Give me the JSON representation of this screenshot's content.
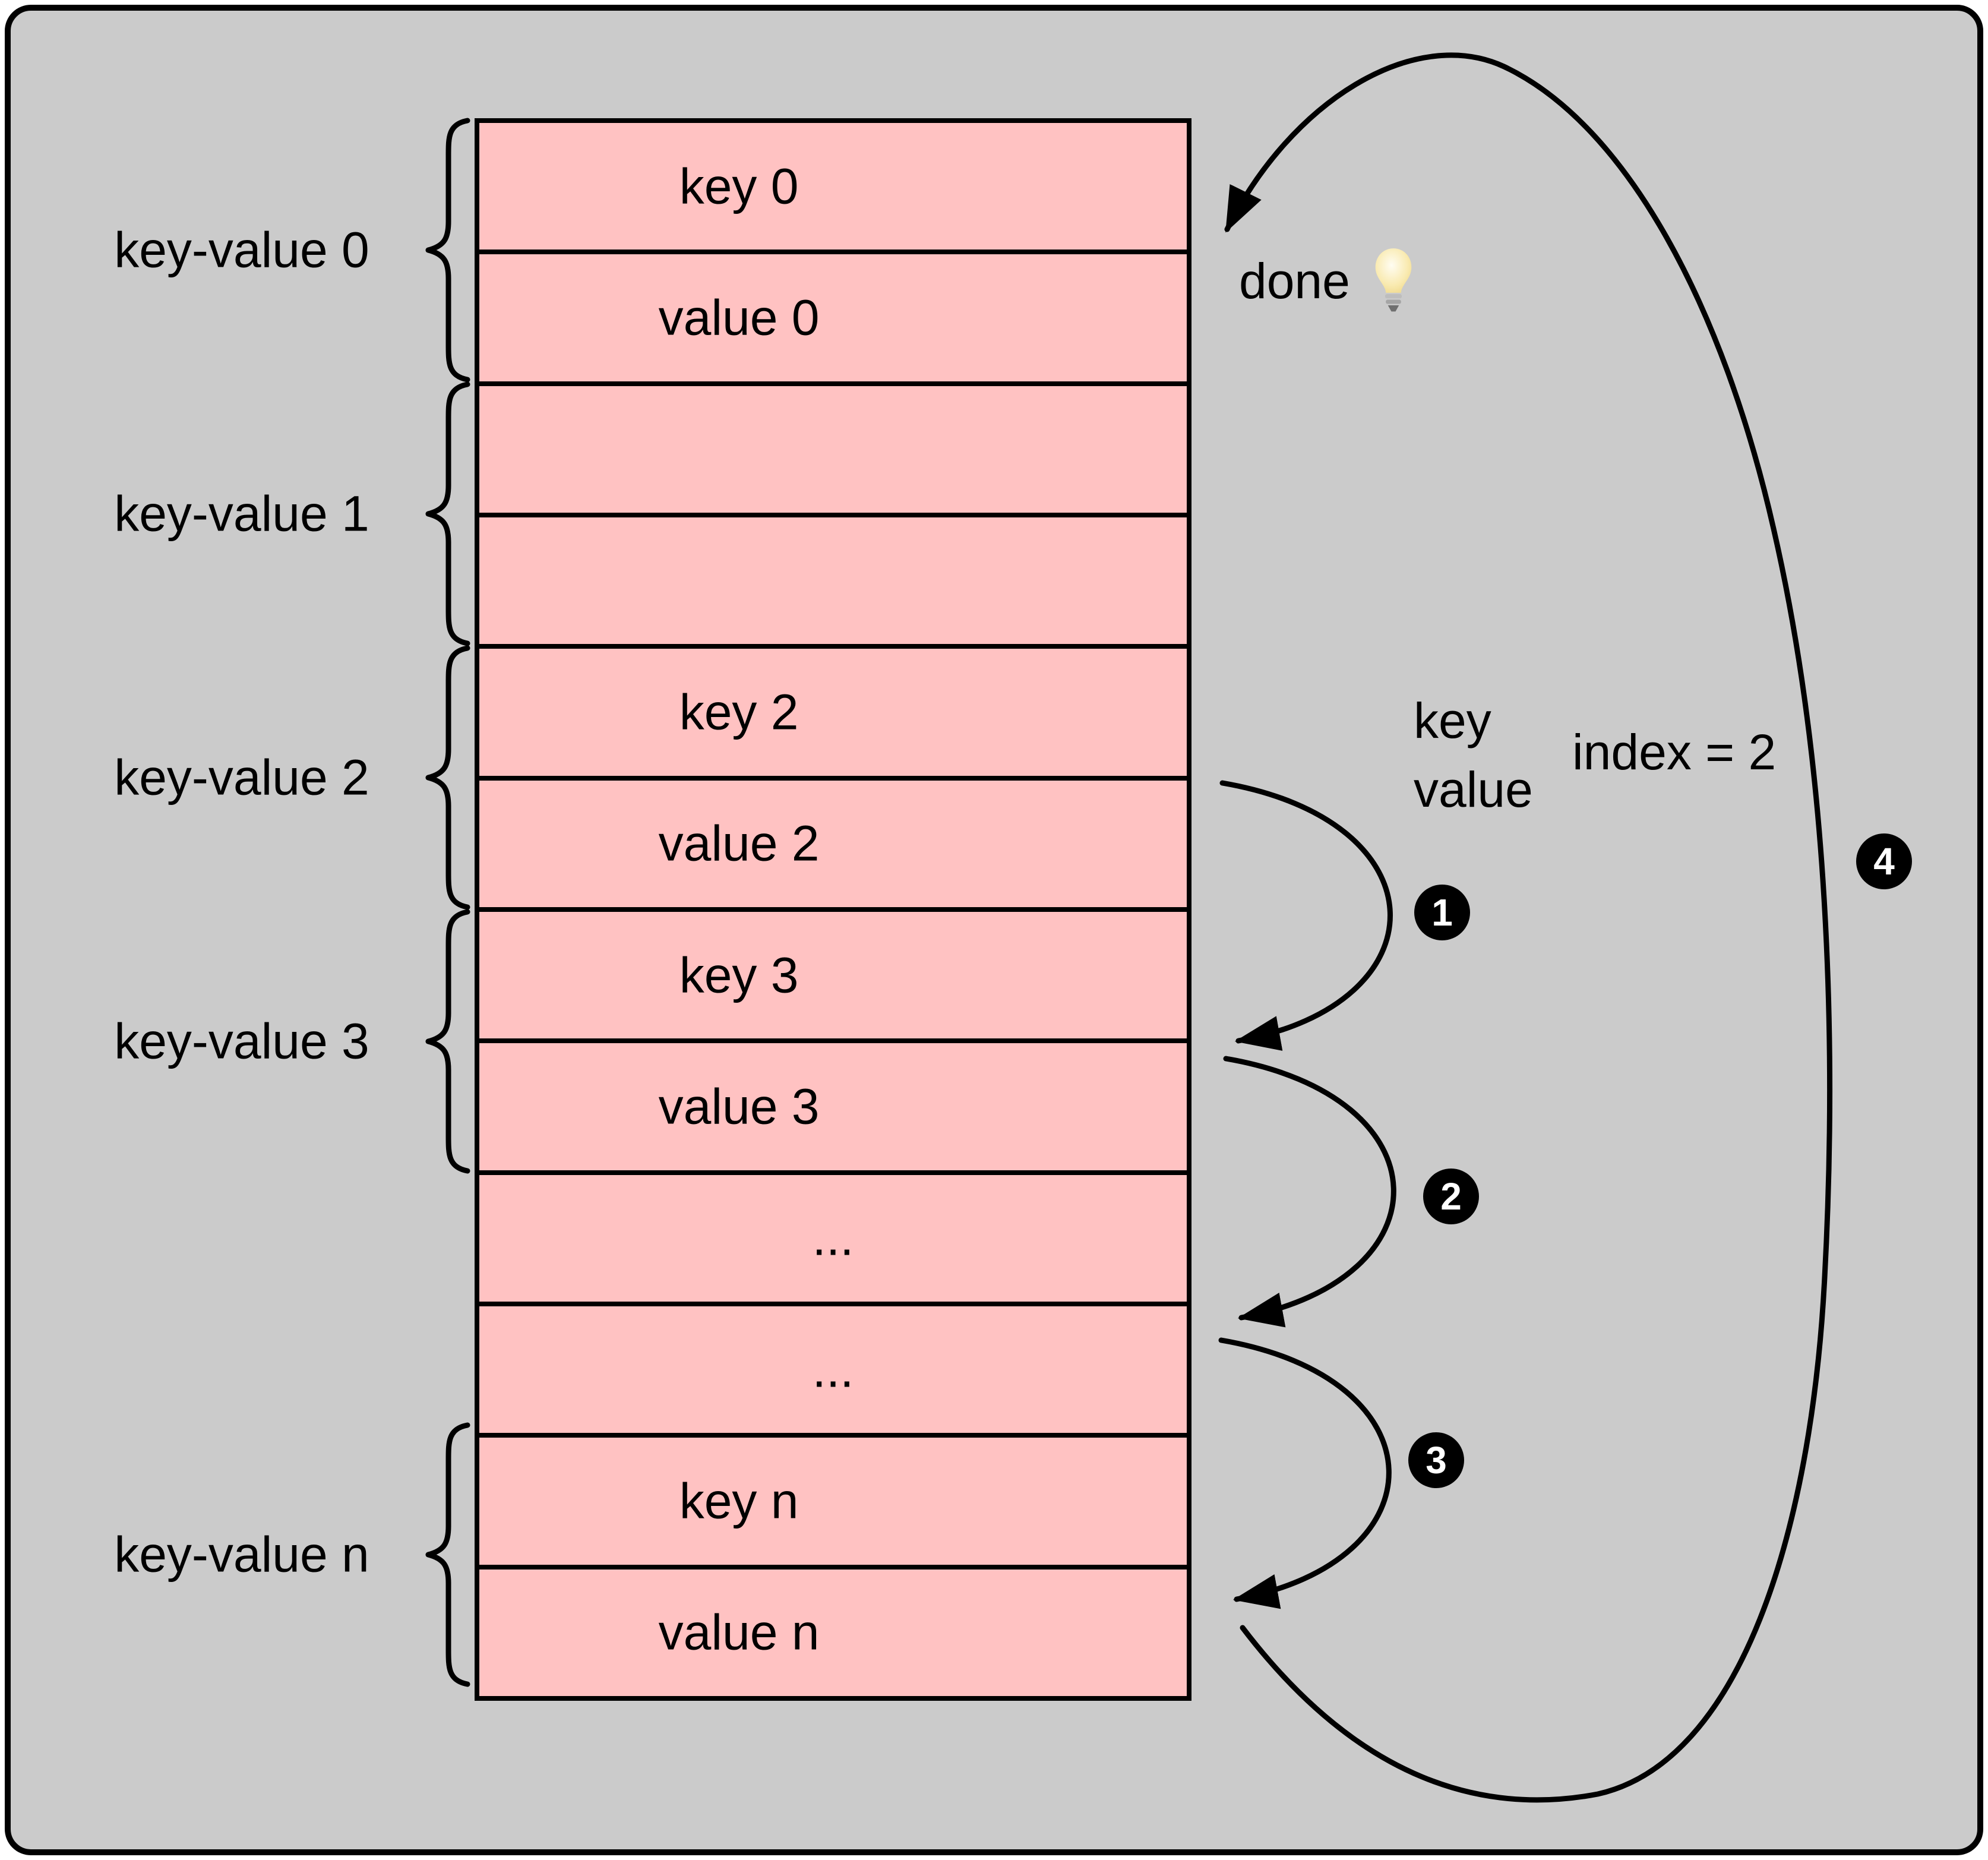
{
  "table": {
    "cells": [
      "key 0",
      "value 0",
      "",
      "",
      "key 2",
      "value 2",
      "key 3",
      "value 3",
      "...",
      "...",
      "key n",
      "value n"
    ]
  },
  "groups": [
    {
      "label": "key-value 0"
    },
    {
      "label": "key-value 1"
    },
    {
      "label": "key-value 2"
    },
    {
      "label": "key-value 3"
    },
    {
      "label": "key-value n"
    }
  ],
  "annotations": {
    "done_label": "done",
    "lightbulb_icon": "light-bulb",
    "probe_key_label": "key",
    "probe_value_label": "value",
    "index_label": "index = 2"
  },
  "steps": [
    {
      "n": "1"
    },
    {
      "n": "2"
    },
    {
      "n": "3"
    },
    {
      "n": "4"
    }
  ],
  "colors": {
    "panel_bg": "#cbcbcb",
    "cell_bg": "#ffc2c2",
    "line": "#000000",
    "bulb_yellow": "#f5e29a"
  }
}
